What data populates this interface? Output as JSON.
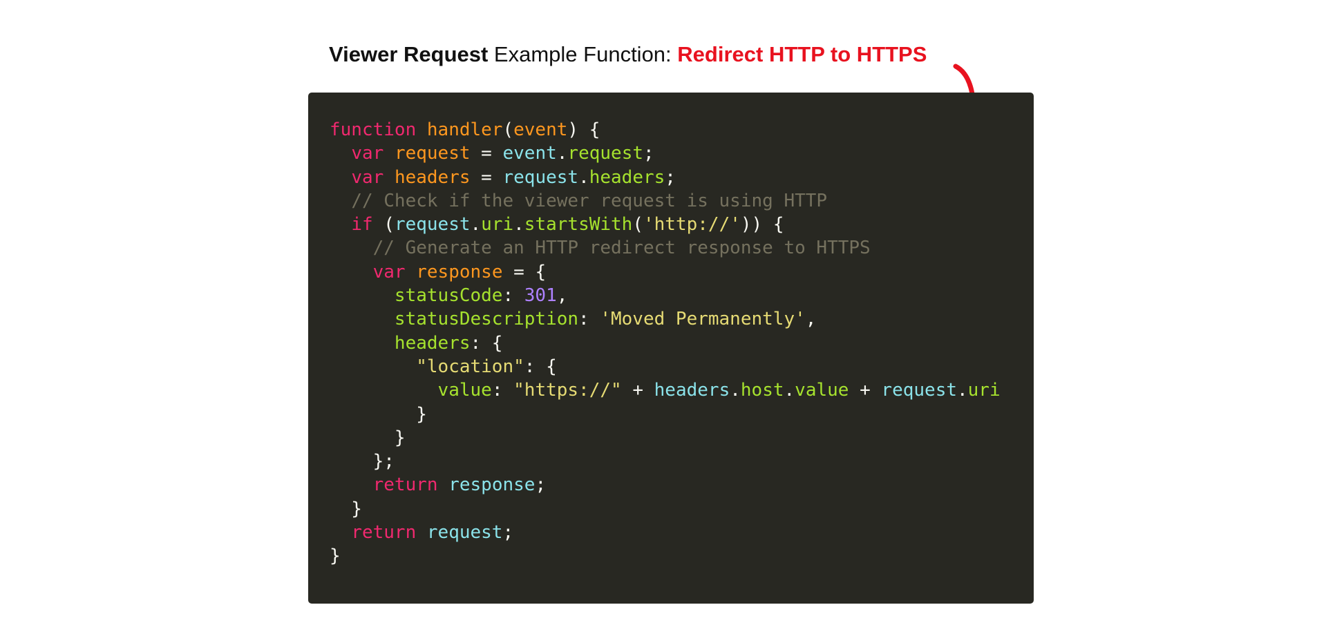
{
  "heading": {
    "part1": "Viewer Request",
    "part2": " Example Function: ",
    "part3": "Redirect HTTP to HTTPS"
  },
  "colors": {
    "accent": "#e8121f",
    "code_background": "#282822",
    "keyword": "#f0296f",
    "function_name": "#fd971f",
    "variable": "#8be3ea",
    "property": "#a6e22e",
    "string": "#e6db74",
    "number": "#ae81ff",
    "comment": "#75715e",
    "punctuation": "#f8f8f2"
  },
  "icons": {
    "arrow": "curved-arrow-icon"
  },
  "code": {
    "language": "javascript",
    "lines": [
      [
        [
          "kw",
          "function"
        ],
        [
          "pun",
          " "
        ],
        [
          "fn",
          "handler"
        ],
        [
          "pun",
          "("
        ],
        [
          "fn",
          "event"
        ],
        [
          "pun",
          ") {"
        ]
      ],
      [
        [
          "pun",
          "  "
        ],
        [
          "kw",
          "var"
        ],
        [
          "pun",
          " "
        ],
        [
          "fn",
          "request"
        ],
        [
          "pun",
          " = "
        ],
        [
          "var",
          "event"
        ],
        [
          "pun",
          "."
        ],
        [
          "prop",
          "request"
        ],
        [
          "pun",
          ";"
        ]
      ],
      [
        [
          "pun",
          "  "
        ],
        [
          "kw",
          "var"
        ],
        [
          "pun",
          " "
        ],
        [
          "fn",
          "headers"
        ],
        [
          "pun",
          " = "
        ],
        [
          "var",
          "request"
        ],
        [
          "pun",
          "."
        ],
        [
          "prop",
          "headers"
        ],
        [
          "pun",
          ";"
        ]
      ],
      [
        [
          "pun",
          "  "
        ],
        [
          "com",
          "// Check if the viewer request is using HTTP"
        ]
      ],
      [
        [
          "pun",
          "  "
        ],
        [
          "kw",
          "if"
        ],
        [
          "pun",
          " ("
        ],
        [
          "var",
          "request"
        ],
        [
          "pun",
          "."
        ],
        [
          "prop",
          "uri"
        ],
        [
          "pun",
          "."
        ],
        [
          "prop",
          "startsWith"
        ],
        [
          "pun",
          "("
        ],
        [
          "str",
          "'http://'"
        ],
        [
          "pun",
          ")) {"
        ]
      ],
      [
        [
          "pun",
          "    "
        ],
        [
          "com",
          "// Generate an HTTP redirect response to HTTPS"
        ]
      ],
      [
        [
          "pun",
          "    "
        ],
        [
          "kw",
          "var"
        ],
        [
          "pun",
          " "
        ],
        [
          "fn",
          "response"
        ],
        [
          "pun",
          " = {"
        ]
      ],
      [
        [
          "pun",
          "      "
        ],
        [
          "prop",
          "statusCode"
        ],
        [
          "pun",
          ": "
        ],
        [
          "num",
          "301"
        ],
        [
          "pun",
          ","
        ]
      ],
      [
        [
          "pun",
          "      "
        ],
        [
          "prop",
          "statusDescription"
        ],
        [
          "pun",
          ": "
        ],
        [
          "str",
          "'Moved Permanently'"
        ],
        [
          "pun",
          ","
        ]
      ],
      [
        [
          "pun",
          "      "
        ],
        [
          "prop",
          "headers"
        ],
        [
          "pun",
          ": {"
        ]
      ],
      [
        [
          "pun",
          "        "
        ],
        [
          "str",
          "\"location\""
        ],
        [
          "pun",
          ": {"
        ]
      ],
      [
        [
          "pun",
          "          "
        ],
        [
          "prop",
          "value"
        ],
        [
          "pun",
          ": "
        ],
        [
          "str",
          "\"https://\""
        ],
        [
          "pun",
          " + "
        ],
        [
          "var",
          "headers"
        ],
        [
          "pun",
          "."
        ],
        [
          "prop",
          "host"
        ],
        [
          "pun",
          "."
        ],
        [
          "prop",
          "value"
        ],
        [
          "pun",
          " + "
        ],
        [
          "var",
          "request"
        ],
        [
          "pun",
          "."
        ],
        [
          "prop",
          "uri"
        ]
      ],
      [
        [
          "pun",
          "        }"
        ]
      ],
      [
        [
          "pun",
          "      }"
        ]
      ],
      [
        [
          "pun",
          "    };"
        ]
      ],
      [
        [
          "pun",
          "    "
        ],
        [
          "kw",
          "return"
        ],
        [
          "pun",
          " "
        ],
        [
          "var",
          "response"
        ],
        [
          "pun",
          ";"
        ]
      ],
      [
        [
          "pun",
          "  }"
        ]
      ],
      [
        [
          "pun",
          "  "
        ],
        [
          "kw",
          "return"
        ],
        [
          "pun",
          " "
        ],
        [
          "var",
          "request"
        ],
        [
          "pun",
          ";"
        ]
      ],
      [
        [
          "pun",
          "}"
        ]
      ]
    ]
  }
}
